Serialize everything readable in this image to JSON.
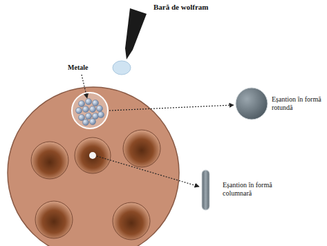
{
  "diagram": {
    "labels": [
      "Bară de wolfram",
      "Metale",
      "Eșantion în formă rotundă",
      "Eșantion în formă columnară"
    ]
  }
}
